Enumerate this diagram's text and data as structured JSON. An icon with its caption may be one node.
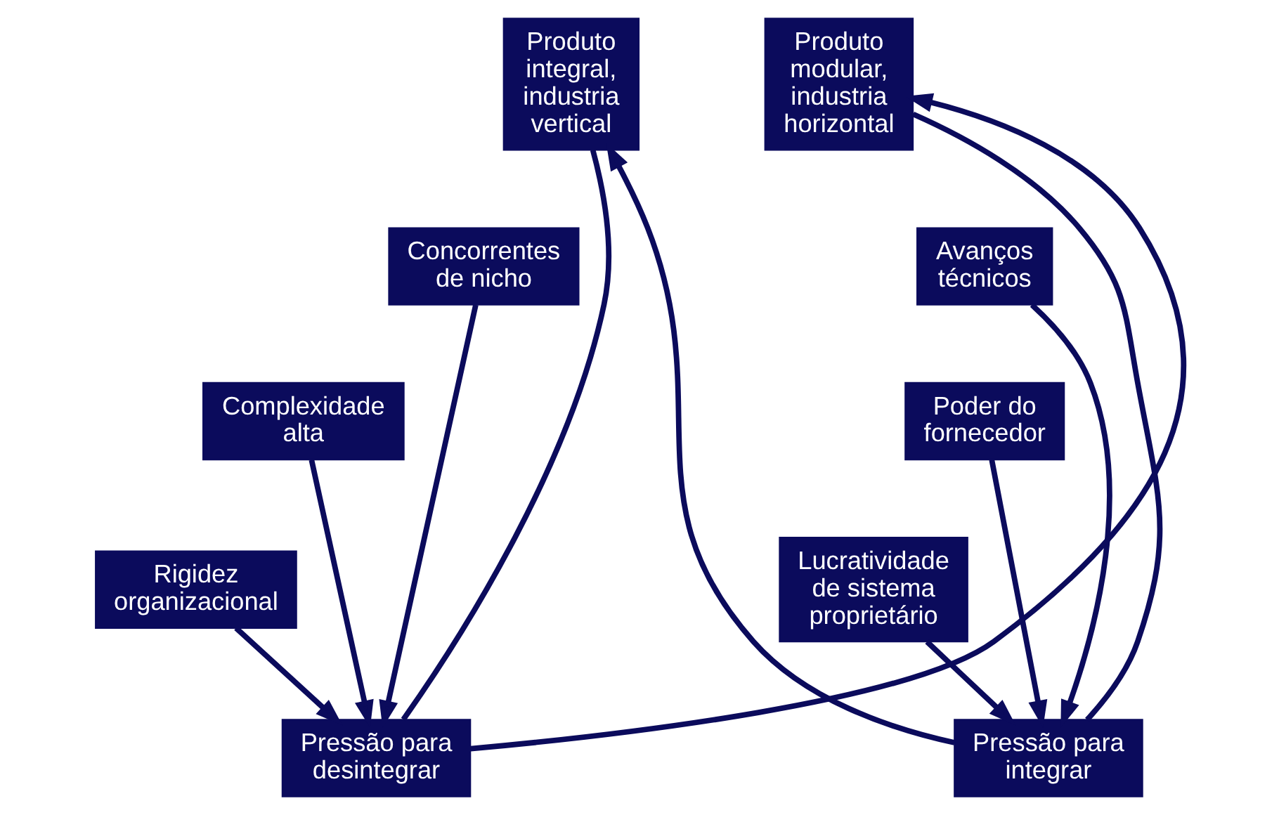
{
  "diagram": {
    "nodes": [
      {
        "text": [
          "Produto integral, industria vertical"
        ]
      },
      {
        "text": [
          "Produto modular, industria horizontal"
        ]
      },
      {
        "text": [
          "Concorrentes de nicho"
        ]
      },
      {
        "text": [
          "Avanços técnicos"
        ]
      },
      {
        "text": [
          "Complexidade alta"
        ]
      },
      {
        "text": [
          "Poder do fornecedor"
        ]
      },
      {
        "text": [
          "Rigidez organizacional"
        ]
      },
      {
        "text": [
          "Lucratividade de sistema proprietário"
        ]
      },
      {
        "text": [
          "Pressão para desintegrar"
        ]
      },
      {
        "text": [
          "Pressão para integrar"
        ]
      }
    ],
    "edges": [
      {
        "from": 2,
        "to": 8,
        "arrow": "to"
      },
      {
        "from": 4,
        "to": 8,
        "arrow": "to"
      },
      {
        "from": 6,
        "to": 8,
        "arrow": "to"
      },
      {
        "from": 3,
        "to": 9,
        "arrow": "to"
      },
      {
        "from": 5,
        "to": 9,
        "arrow": "to"
      },
      {
        "from": 7,
        "to": 9,
        "arrow": "to"
      },
      {
        "from": 8,
        "to": 1,
        "arrow": "to"
      },
      {
        "from": 9,
        "to": 0,
        "arrow": "to"
      },
      {
        "from": 0,
        "to": 8,
        "arrow": "none"
      },
      {
        "from": 1,
        "to": 9,
        "arrow": "none"
      }
    ]
  }
}
